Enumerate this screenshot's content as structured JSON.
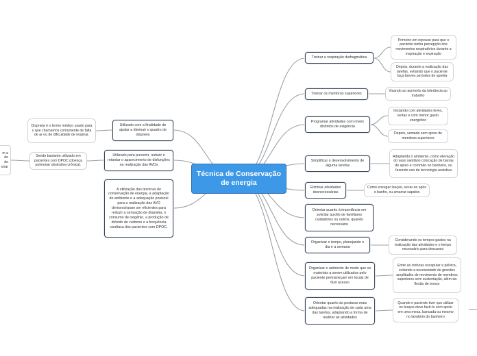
{
  "central": "Técnica de Conservação de energia",
  "left": [
    {
      "text": "Utilizado com a finalidade de ajudar a diminuir o quadro de dispneia",
      "subs": [
        "Dispneia é o termo médico usado para o que chamamos comumente de falta de ar ou de dificuldade de respirar."
      ]
    },
    {
      "text": "Utilizado para prevenir, reduzir e retardar o aparecimento de disfunções na realização das AVDs",
      "subs": [
        "Sendo bastante utilizado em pacientes com DPOC (doença pulmonar obstrutiva crônica)."
      ]
    },
    {
      "text": "A utilização das técnicas de conservação de energia, a adaptação do ambiente e a adequação postural para a realização das AVD demonstraram ser eficientes para reduzir a sensação de dispnéia, o consumo de oxigênio, a produção de dióxido de carbono e a frequência cardíaca dos pacientes com DPOC.",
      "subs": []
    }
  ],
  "left_fragment": "m a\nde\ndo\nonar",
  "right": [
    {
      "text": "Treinar a respiração diafragmática",
      "subs": [
        "Primeiro em repouso para que o paciente tenha percepção dos movimentos respiratórios durante a inspiração e expiração",
        "Depois, durante a realização das tarefas, evitando que o paciente faça breves períodos de apnéia"
      ]
    },
    {
      "text": "Treinar os membros superiores",
      "subs": [
        "Visando ao aumento da tolerância ao trabalho"
      ]
    },
    {
      "text": "Programar atividades com níveis distintos de exigência",
      "subs": [
        "Iniciando com atividades leves, lentas e com menor gasto energético",
        "Depois, sentada sem apoio de membros superiores"
      ]
    },
    {
      "text": "Simplificar o desenvolvimento de alguma tarefas",
      "subs": [
        "Adaptando o ambiente, como elevação do vaso sanitário colocação de barras de apoio e corrimão no banheiro, ou fazendo uso de tecnologia assistiva"
      ]
    },
    {
      "text": "Eliminar atividades desnecessárias",
      "subs": [
        "Como enxugar louças, secar-se após o banho, ou amarrar sapatos"
      ]
    },
    {
      "text": "Orientar quanto à importância em solicitar auxílio de familiares cuidadores ou outros, quando necessário",
      "subs": []
    },
    {
      "text": "Organizar o tempo, planejando o dia e a semana",
      "subs": [
        "Considerando os tempos gastos na realização das atividades e o tempo necessário para descanso"
      ]
    },
    {
      "text": "Organizar o ambiente de modo que os materiais a serem utilizados pelo paciente permaneçam em locais de fácil acesso",
      "subs": [
        "Entre as cinturas escapular e pélvica, evitando a necessidade de grandes amplitudes de movimento de membros superiores sem sustentação, além da flexão de tronco"
      ]
    },
    {
      "text": "Orientar quanto às posturas mais adequadas na realização de cada uma das tarefas, adaptando a forma de realizar as atividades",
      "subs": [
        "Quando o paciente tiver que utilizar os braços deve fazê-lo com apoio em uma mesa, bancada ou mesmo no lavatório do banheiro"
      ]
    }
  ],
  "colors": {
    "central_fill": "#3d99e8",
    "main_border": "#3d4a5c",
    "sub_border": "#cfd4da",
    "edge": "#9aa0a6"
  }
}
